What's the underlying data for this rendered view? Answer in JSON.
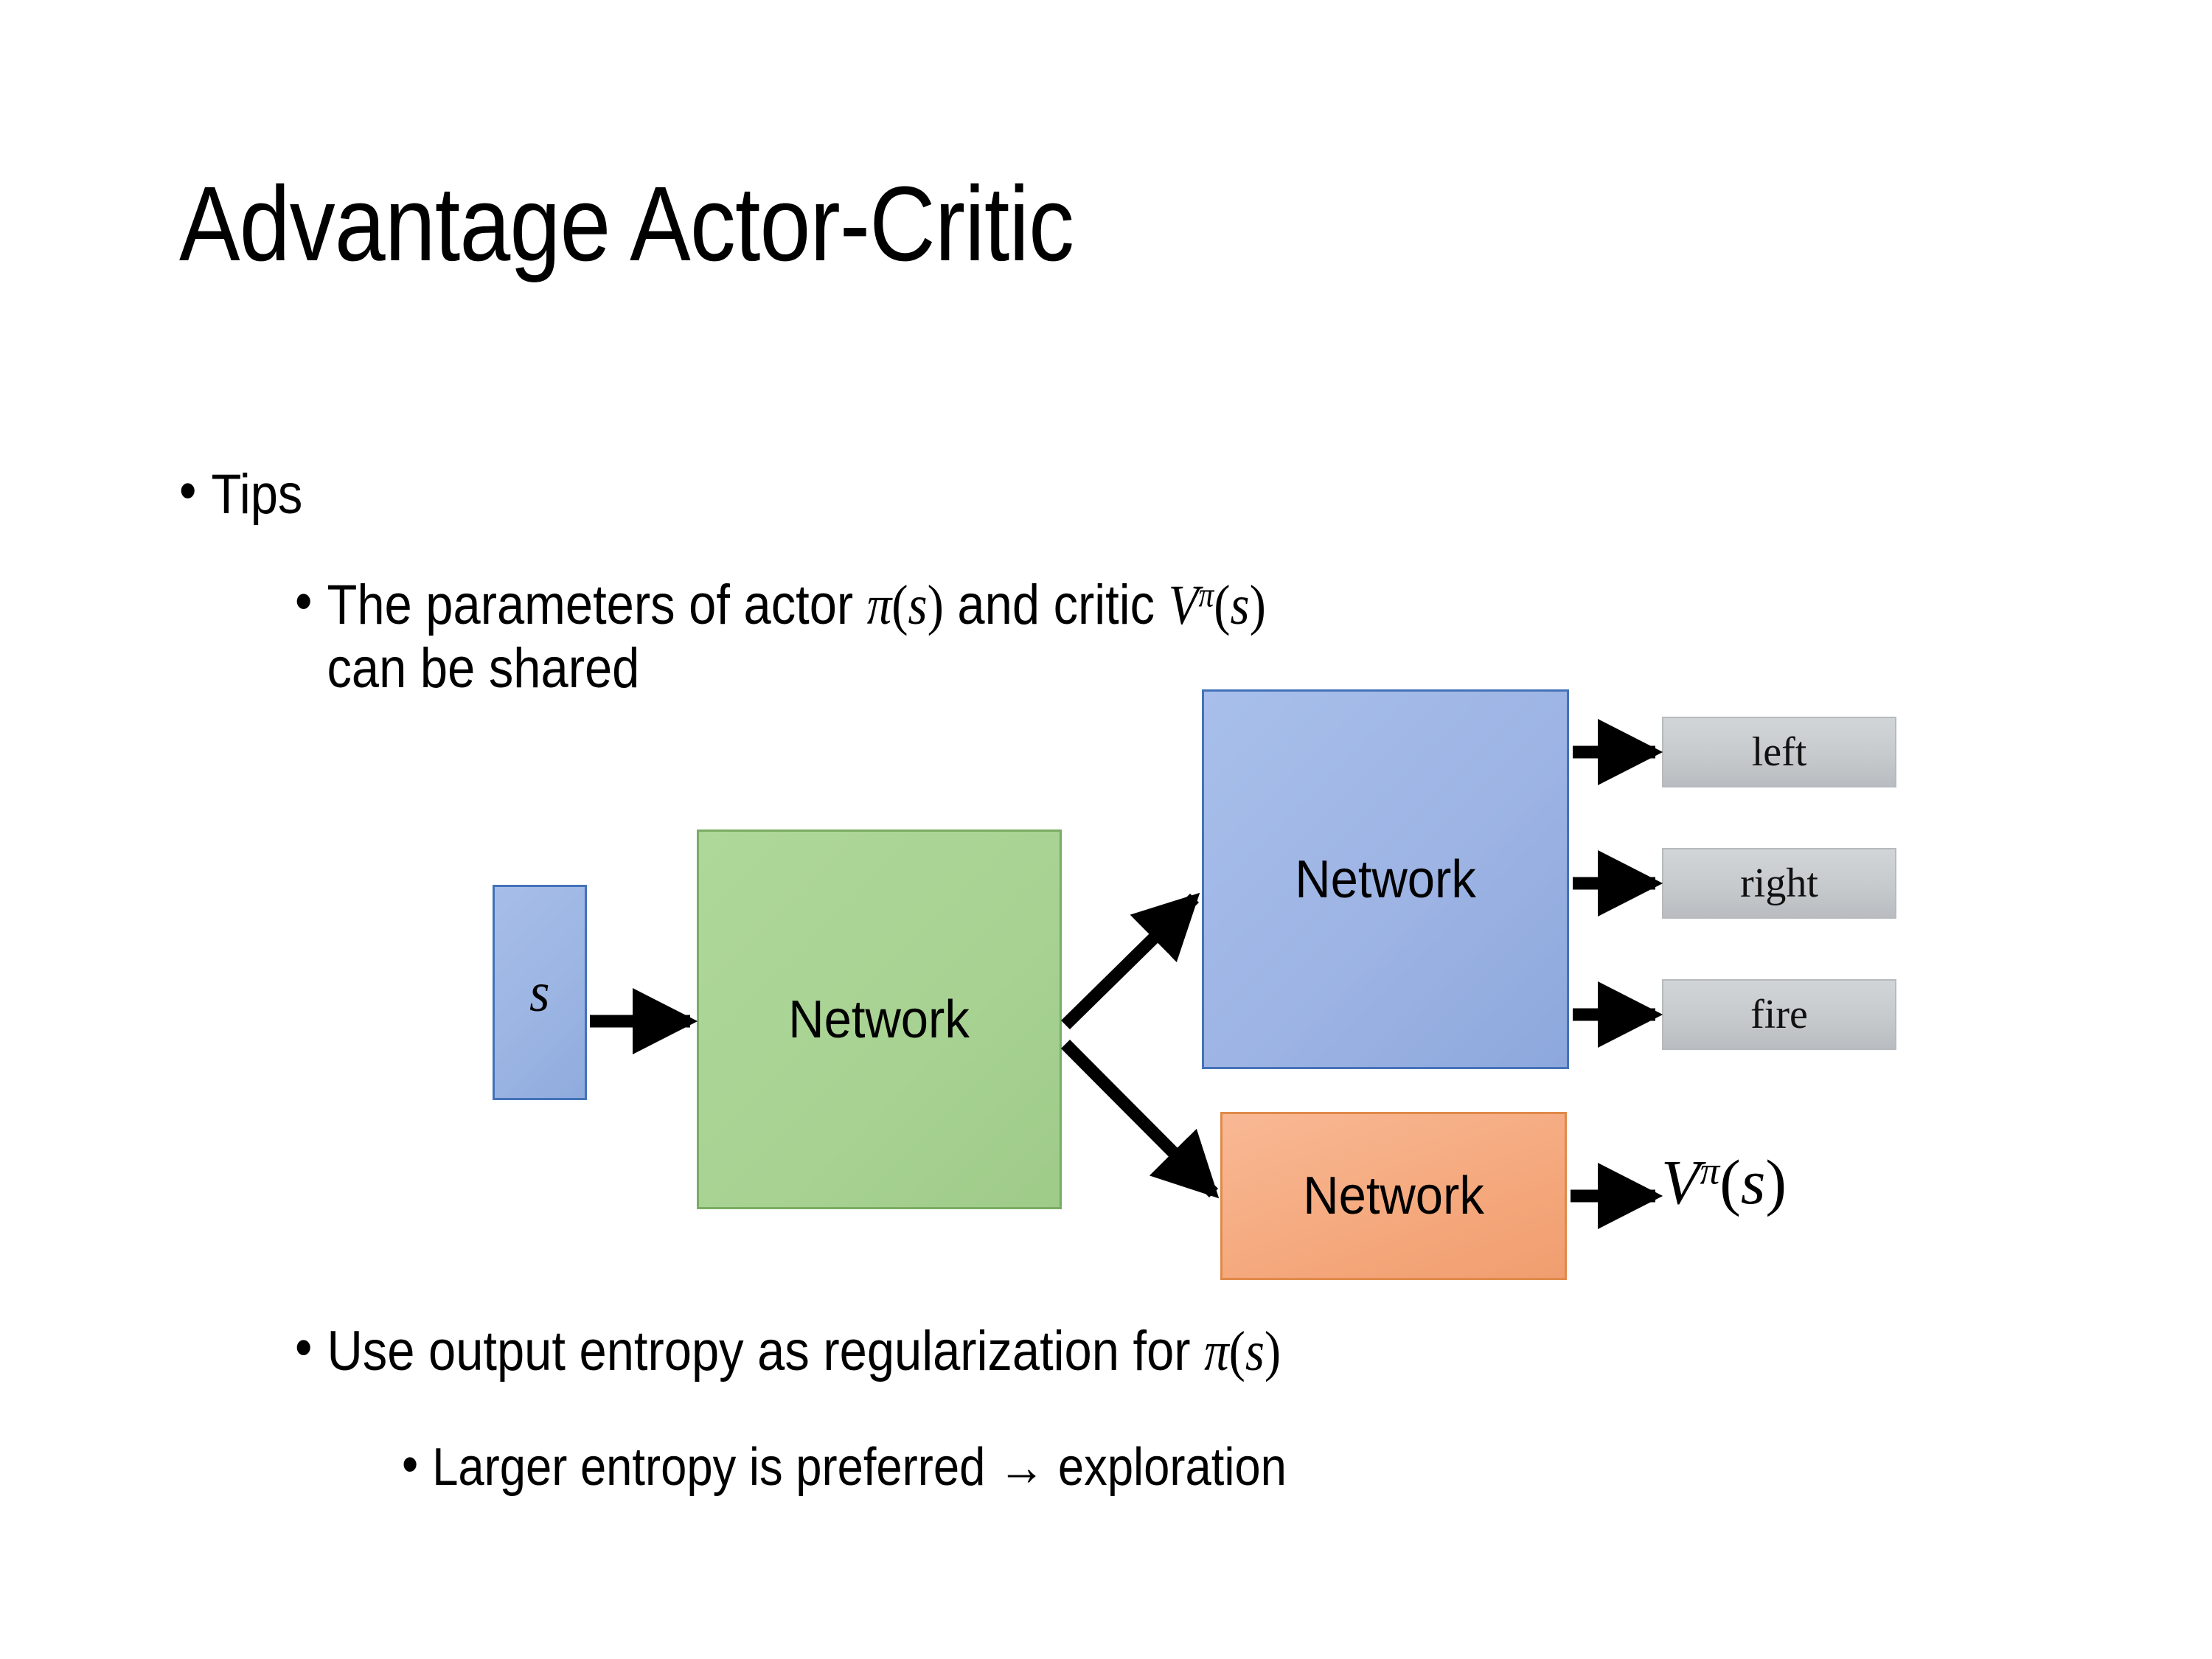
{
  "slide": {
    "title": "Advantage Actor-Critic",
    "background_color": "#FFFFFF"
  },
  "bullets": {
    "tips": {
      "marker": "•",
      "text": "Tips"
    },
    "shared_params": {
      "marker": "•",
      "text_before_pi": "The parameters of actor ",
      "pi_of_s": "π(s)",
      "text_mid": "  and critic ",
      "v_pi_of_s": "Vπ(s)",
      "text_line2": "can be shared",
      "full_text": "The parameters of actor π(s)  and critic Vπ(s) can be shared"
    },
    "entropy": {
      "marker": "•",
      "text_before_pi": "Use output entropy as regularization for ",
      "pi_of_s": "π(s)",
      "full_text": "Use output entropy as regularization for π(s)"
    },
    "larger_entropy": {
      "marker": "•",
      "text": "Larger entropy is preferred → exploration",
      "arrow_glyph": "→"
    }
  },
  "diagram": {
    "state_box": {
      "label": "s",
      "fill": "#9DB5E4",
      "border": "#4472B8"
    },
    "shared_network": {
      "label": "Network",
      "fill": "#A9D18E",
      "border": "#7AAC63"
    },
    "actor_network": {
      "label": "Network",
      "fill": "#9DB4E4",
      "border": "#4472B8"
    },
    "critic_network": {
      "label": "Network",
      "fill": "#F5A87C",
      "border": "#E08A4A"
    },
    "actions": [
      {
        "label": "left",
        "fill": "#C6CACD"
      },
      {
        "label": "right",
        "fill": "#C6CACD"
      },
      {
        "label": "fire",
        "fill": "#C6CACD"
      }
    ],
    "value_output": {
      "symbol_v": "V",
      "symbol_pi": "π",
      "symbol_arg": "(s)",
      "full": "Vπ(s)"
    },
    "arrow_color": "#000000"
  }
}
